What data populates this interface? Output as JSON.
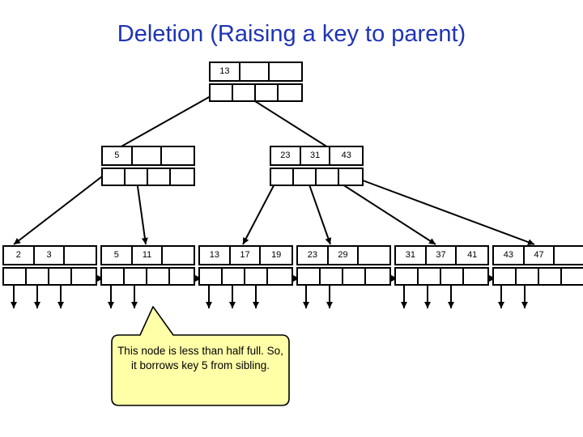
{
  "slide": {
    "title": "Deletion (Raising a key to parent)",
    "title_color": "#1f34b5",
    "background": "#ffffff"
  },
  "colors": {
    "node_border": "#000000",
    "node_fill": "#ffffff",
    "connector": "#000000",
    "callout_fill": "#ffffa8",
    "callout_border": "#000000",
    "text": "#000000"
  },
  "tree": {
    "type": "b-plus-tree",
    "levels": 3,
    "root": {
      "id": "root",
      "keys": [
        "13",
        "",
        ""
      ],
      "pointer_slots": 4,
      "filled_pointers": 2
    },
    "internal": [
      {
        "id": "internal-left",
        "keys": [
          "5",
          "",
          ""
        ],
        "pointer_slots": 4,
        "filled_pointers": 2
      },
      {
        "id": "internal-right",
        "keys": [
          "23",
          "31",
          "43"
        ],
        "pointer_slots": 4,
        "filled_pointers": 4
      }
    ],
    "leaves": [
      {
        "id": "leaf-1",
        "keys": [
          "2",
          "3",
          ""
        ],
        "pointer_slots": 4,
        "record_pointers": 3
      },
      {
        "id": "leaf-2",
        "keys": [
          "5",
          "11",
          ""
        ],
        "pointer_slots": 4,
        "record_pointers": 2
      },
      {
        "id": "leaf-3",
        "keys": [
          "13",
          "17",
          "19"
        ],
        "pointer_slots": 4,
        "record_pointers": 3
      },
      {
        "id": "leaf-4",
        "keys": [
          "23",
          "29",
          ""
        ],
        "pointer_slots": 4,
        "record_pointers": 2
      },
      {
        "id": "leaf-5",
        "keys": [
          "31",
          "37",
          "41"
        ],
        "pointer_slots": 4,
        "record_pointers": 3
      },
      {
        "id": "leaf-6",
        "keys": [
          "43",
          "47",
          ""
        ],
        "pointer_slots": 4,
        "record_pointers": 2
      }
    ]
  },
  "callout": {
    "text": "This node is less than half full. So, it borrows key 5 from sibling.",
    "line1": "This node is less than",
    "line2": "half full. So, it borrows",
    "line3": "key 5 from sibling.",
    "points_at": "leaf-2"
  }
}
